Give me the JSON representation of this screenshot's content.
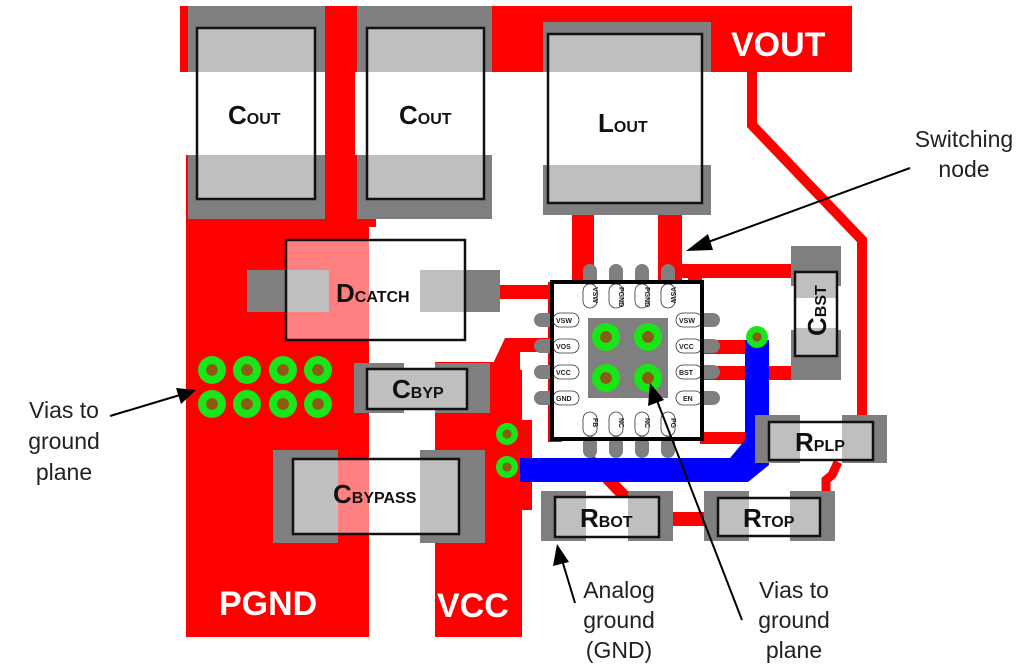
{
  "diagram": {
    "title": "Buck converter PCB layout",
    "nets": {
      "vout": "VOUT",
      "pgnd": "PGND",
      "vcc": "VCC"
    },
    "components": {
      "cout1": {
        "main": "C",
        "sub": "OUT"
      },
      "cout2": {
        "main": "C",
        "sub": "OUT"
      },
      "lout": {
        "main": "L",
        "sub": "OUT"
      },
      "dcatch": {
        "main": "D",
        "sub": "CATCH"
      },
      "cbyp": {
        "main": "C",
        "sub": "BYP"
      },
      "cbypass": {
        "main": "C",
        "sub": "BYPASS"
      },
      "cbst": {
        "main": "C",
        "sub": "BST"
      },
      "rplp": {
        "main": "R",
        "sub": "PLP"
      },
      "rbot": {
        "main": "R",
        "sub": "BOT"
      },
      "rtop": {
        "main": "R",
        "sub": "TOP"
      }
    },
    "ic_pins": {
      "top": [
        "VSW",
        "PGND",
        "PGND",
        "VSW"
      ],
      "left": [
        "VSW",
        "VOS",
        "VCC",
        "GND"
      ],
      "right": [
        "VSW",
        "VCC",
        "BST",
        "EN"
      ],
      "bottom": [
        "FB",
        "NC",
        "NC",
        "PG"
      ]
    },
    "annotations": {
      "switching_node": [
        "Switching",
        "node"
      ],
      "vias_left": [
        "Vias to",
        "ground",
        "plane"
      ],
      "analog_ground": [
        "Analog",
        "ground",
        "(GND)"
      ],
      "vias_bottom": [
        "Vias to",
        "ground",
        "plane"
      ]
    },
    "colors": {
      "copper": "#ff0000",
      "copper_light": "#ff8080",
      "pad_dark": "#7f7f7f",
      "pad_light": "#bfbfbf",
      "via_ring": "#19e619",
      "via_hole": "#8b5a14",
      "bottom_layer": "#0000ff"
    }
  }
}
